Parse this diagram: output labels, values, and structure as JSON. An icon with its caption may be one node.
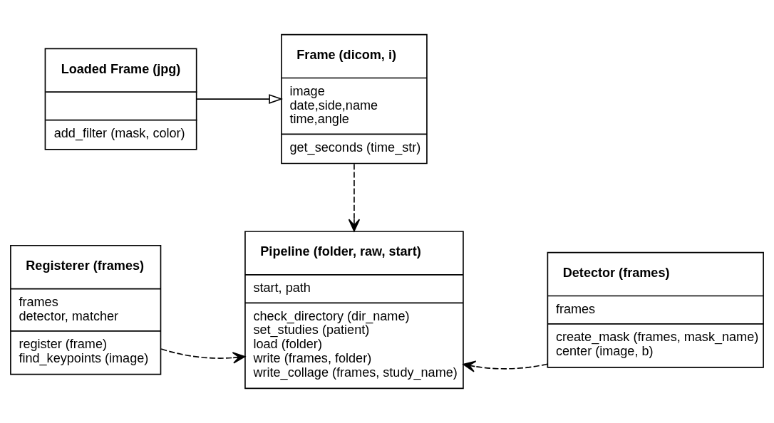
{
  "diagram": {
    "nodes": [
      {
        "text": [
          "Loaded Frame (jpg)",
          "add_filter (mask, color)"
        ]
      },
      {
        "text": [
          "Frame (dicom, i)",
          "image",
          "date,side,name",
          "time,angle",
          "get_seconds (time_str)"
        ]
      },
      {
        "text": [
          "Registerer (frames)",
          "frames",
          "detector, matcher",
          "register (frame)",
          "find_keypoints (image)"
        ]
      },
      {
        "text": [
          "Pipeline (folder, raw, start)",
          "start, path",
          "check_directory (dir_name)",
          "set_studies (patient)",
          "load (folder)",
          "write (frames, folder)",
          "write_collage (frames, study_name)"
        ]
      },
      {
        "text": [
          "Detector (frames)",
          "frames",
          "create_mask (frames, mask_name)",
          "center (image, b)"
        ]
      }
    ],
    "edges": [
      {
        "from": 0,
        "to": 1,
        "arrow": "to"
      },
      {
        "from": 1,
        "to": 3,
        "arrow": "to",
        "style": "dashed"
      },
      {
        "from": 2,
        "to": 3,
        "arrow": "to",
        "style": "dashed"
      },
      {
        "from": 4,
        "to": 3,
        "arrow": "to",
        "style": "dashed"
      }
    ]
  }
}
